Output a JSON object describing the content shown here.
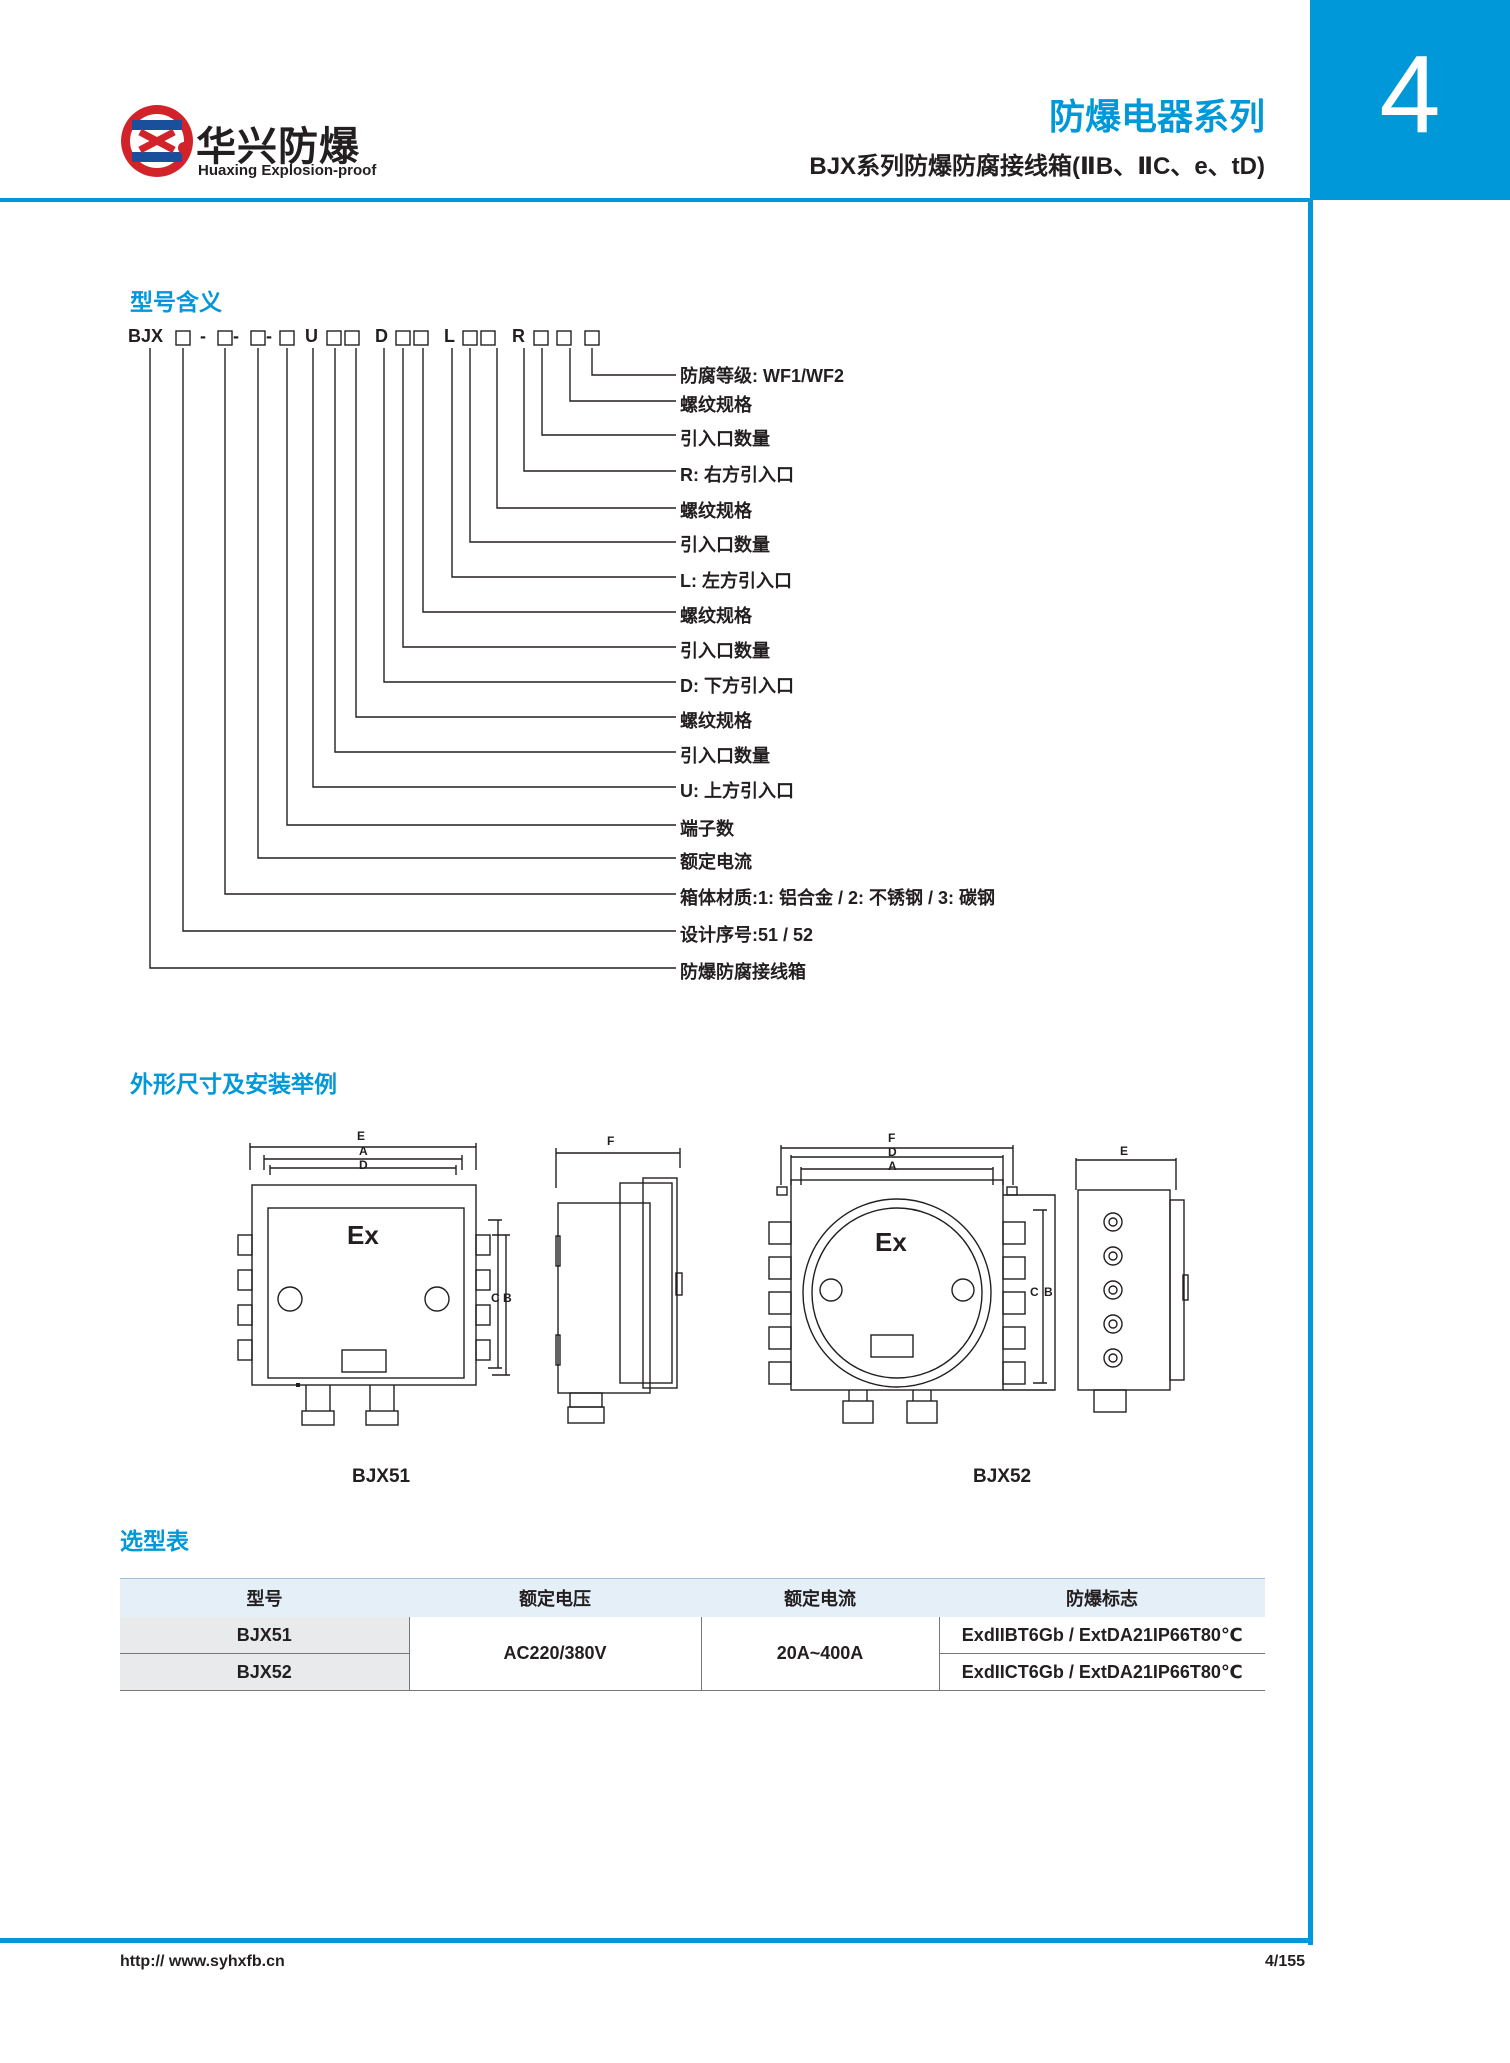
{
  "header": {
    "chapter_number": "4",
    "series_title": "防爆电器系列",
    "subtitle": "BJX系列防爆防腐接线箱(ⅡB、ⅡC、e、tD)",
    "brand_cn": "华兴防爆",
    "brand_en": "Huaxing Explosion-proof",
    "colors": {
      "accent": "#0098d8",
      "logo_red": "#d2232a",
      "logo_blue": "#1a4f9c"
    }
  },
  "model_meaning": {
    "heading": "型号含义",
    "code_parts": [
      "BJX",
      "-",
      "-",
      "-",
      "U",
      "D",
      "L",
      "R"
    ],
    "labels": [
      "防腐等级:  WF1/WF2",
      "螺纹规格",
      "引入口数量",
      "R: 右方引入口",
      "螺纹规格",
      "引入口数量",
      "L: 左方引入口",
      "螺纹规格",
      "引入口数量",
      "D: 下方引入口",
      "螺纹规格",
      "引入口数量",
      "U: 上方引入口",
      "端子数",
      "额定电流",
      "箱体材质:1: 铝合金 / 2: 不锈钢 / 3: 碳钢",
      "设计序号:51 / 52",
      "防爆防腐接线箱"
    ]
  },
  "dimensions": {
    "heading": "外形尺寸及安装举例",
    "ex_mark": "Ex",
    "dim_letters": {
      "a": "A",
      "b": "B",
      "c": "C",
      "d": "D",
      "e": "E",
      "f": "F"
    },
    "caption_left": "BJX51",
    "caption_right": "BJX52"
  },
  "selection": {
    "heading": "选型表",
    "columns": [
      "型号",
      "额定电压",
      "额定电流",
      "防爆标志"
    ],
    "rows": [
      {
        "model": "BJX51",
        "voltage": "AC220/380V",
        "current": "20A~400A",
        "mark": "ExdIIBT6Gb / ExtDA21IP66T80℃"
      },
      {
        "model": "BJX52",
        "voltage": "AC220/380V",
        "current": "20A~400A",
        "mark": "ExdIICT6Gb / ExtDA21IP66T80℃"
      }
    ]
  },
  "footer": {
    "url": "http:// www.syhxfb.cn",
    "page": "4/155"
  }
}
